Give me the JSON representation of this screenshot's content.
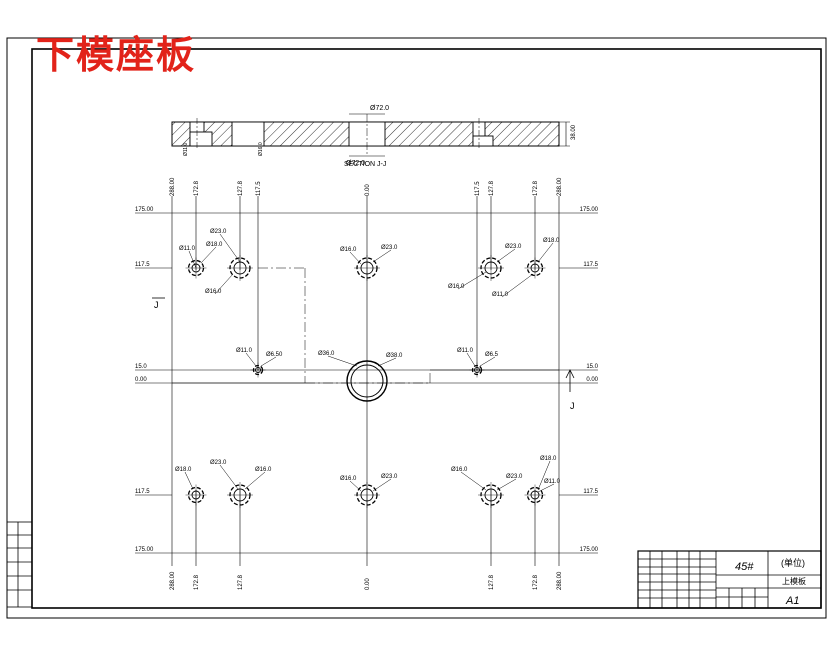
{
  "title": "下模座板",
  "section": {
    "label": "SECTION J-J",
    "top_dim": "Ø72.0",
    "bottom_dim": "Ø72.0",
    "thickness": "38.00",
    "left_bolt_1": "Ø11.0",
    "left_bolt_2": "Ø16.0"
  },
  "dims": {
    "top_h": [
      "288.00",
      "172.8",
      "127.8",
      "117.5",
      "0.00",
      "117.5",
      "127.8",
      "172.8",
      "288.00"
    ],
    "bottom_h": [
      "288.00",
      "172.8",
      "127.8",
      "0.00",
      "127.8",
      "172.8",
      "288.00"
    ],
    "left_v": [
      "175.00",
      "117.5",
      "15.0",
      "0.00",
      "117.5",
      "175.00"
    ],
    "right_v": [
      "175.00",
      "117.5",
      "15.0",
      "0.00",
      "117.5",
      "175.00"
    ]
  },
  "hole_labels": {
    "tl_a": "Ø11.0",
    "tl_b": "Ø18.0",
    "tl_c": "Ø23.0",
    "tl_d": "Ø16.0",
    "tc_a": "Ø16.0",
    "tc_b": "Ø23.0",
    "tr_a": "Ø23.0",
    "tr_b": "Ø18.0",
    "tr_c": "Ø16.0",
    "tr_d": "Ø11.0",
    "ml_a": "Ø11.0",
    "ml_b": "Ø6.50",
    "mc_a": "Ø36.0",
    "mc_b": "Ø38.0",
    "mr_a": "Ø11.0",
    "mr_b": "Ø6.5",
    "bl_a": "Ø18.0",
    "bl_b": "Ø23.0",
    "bl_c": "Ø16.0",
    "bc_a": "Ø16.0",
    "bc_b": "Ø23.0",
    "br_a": "Ø16.0",
    "br_b": "Ø23.0",
    "br_c": "Ø18.0",
    "br_d": "Ø11.0"
  },
  "section_marks": {
    "left": "J",
    "right": "J"
  },
  "title_block": {
    "material": "45#",
    "unit": "(单位)",
    "part": "上模板",
    "size": "A1"
  }
}
